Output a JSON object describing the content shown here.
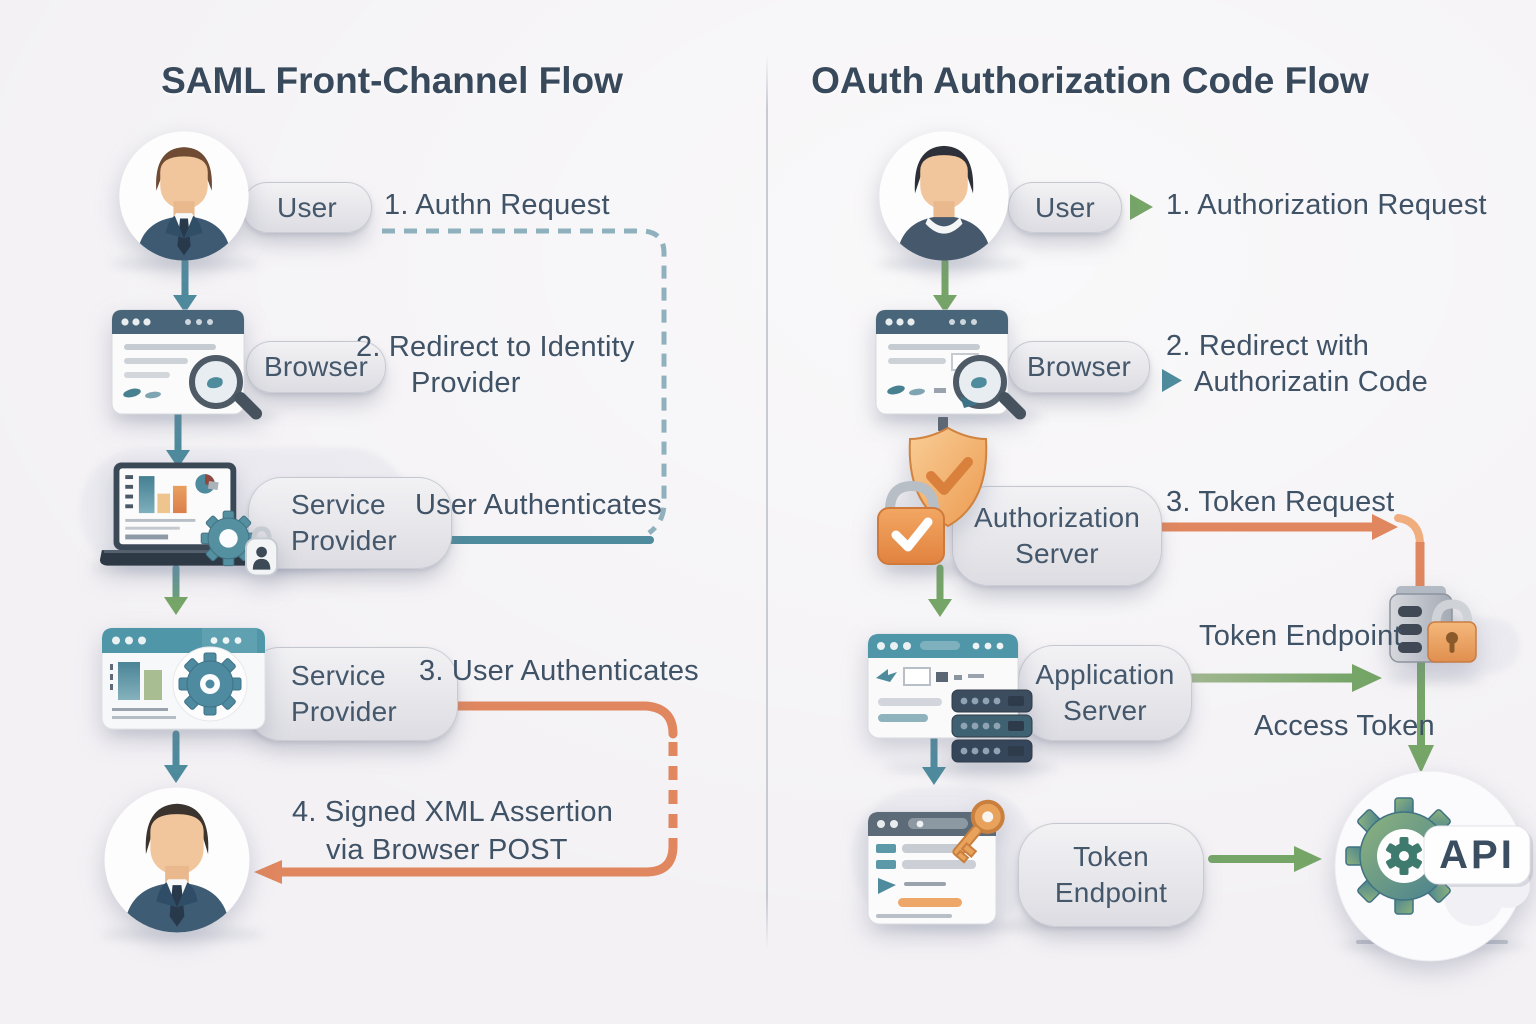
{
  "page": {
    "background": "#f3f1f4"
  },
  "colors": {
    "title": "#39495c",
    "text": "#3f5266",
    "pill_text": "#44576b",
    "teal": "#4e8b9d",
    "teal_dash": "#8fb1bd",
    "green": "#76a568",
    "orange": "#e0875f",
    "orange_light": "#f0ad7e",
    "dark_dash": "#5a646e",
    "divider": "#b9bcc8"
  },
  "saml": {
    "title": "SAML Front-Channel Flow",
    "user_label": "User",
    "browser_label": "Browser",
    "sp1_line1": "Service",
    "sp1_line2": "Provider",
    "sp2_line1": "Service",
    "sp2_line2": "Provider",
    "step1": "1. Authn Request",
    "step2_line1": "2. Redirect to Identity",
    "step2_line2": "Provider",
    "step3": "User Authenticates",
    "step4": "3. User Authenticates",
    "step5_line1": "4. Signed XML Assertion",
    "step5_line2": "via Browser POST"
  },
  "oauth": {
    "title": "OAuth Authorization Code Flow",
    "user_label": "User",
    "browser_label": "Browser",
    "auth_line1": "Authorization",
    "auth_line2": "Server",
    "app_line1": "Application",
    "app_line2": "Server",
    "te_line1": "Token",
    "te_line2": "Endpoint",
    "step1": "1. Authorization Request",
    "step2_line1": "2. Redirect with",
    "step2_line2": "Authorizatin Code",
    "step3": "3. Token Request",
    "token_endpoint_label": "Token Endpoint",
    "access_token_label": "Access Token",
    "api_label": "API"
  }
}
